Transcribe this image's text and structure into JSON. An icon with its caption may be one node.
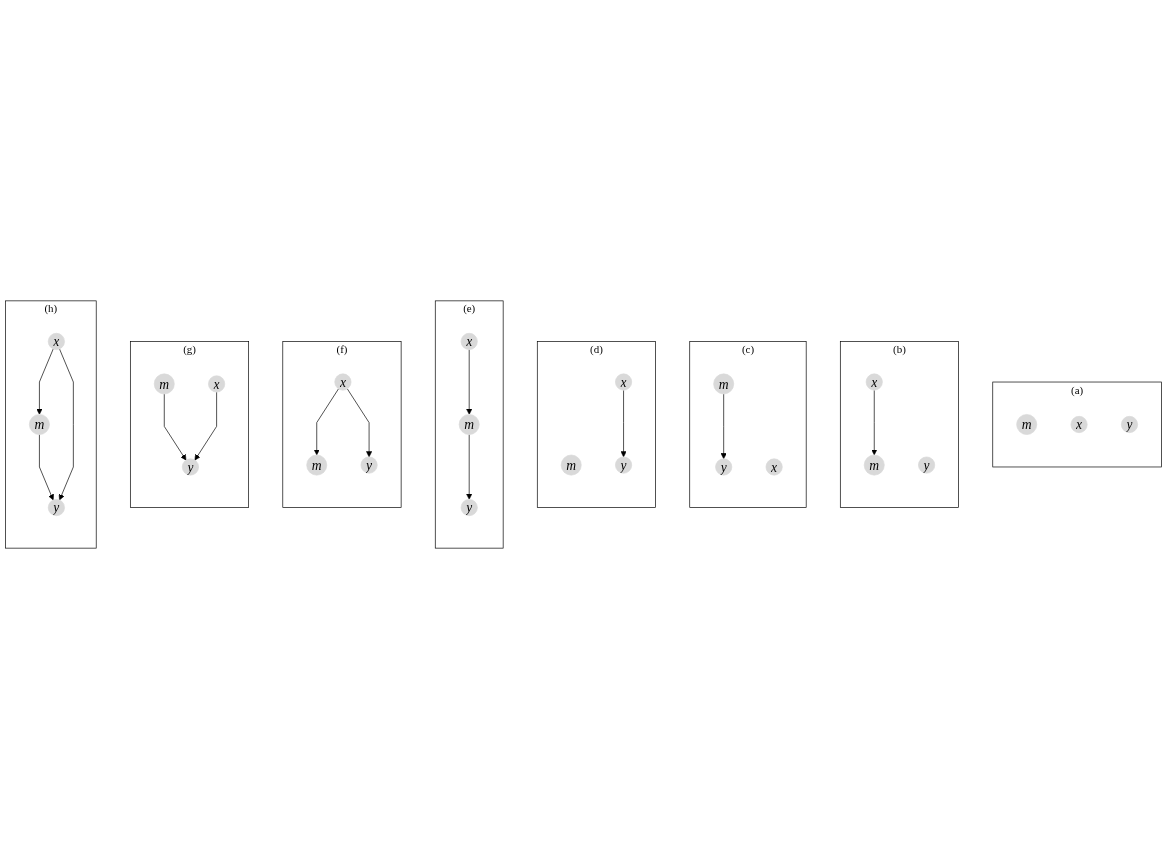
{
  "diagram": {
    "nodes": [
      {
        "text": [
          "(a)"
        ]
      },
      {
        "text": [
          "m"
        ],
        "in": 0
      },
      {
        "text": [
          "x"
        ],
        "in": 0
      },
      {
        "text": [
          "y"
        ],
        "in": 0
      },
      {
        "text": [
          "(b)"
        ]
      },
      {
        "text": [
          "m"
        ],
        "in": 4
      },
      {
        "text": [
          "x"
        ],
        "in": 4
      },
      {
        "text": [
          "y"
        ],
        "in": 4
      },
      {
        "text": [
          "(c)"
        ]
      },
      {
        "text": [
          "m"
        ],
        "in": 8
      },
      {
        "text": [
          "x"
        ],
        "in": 8
      },
      {
        "text": [
          "y"
        ],
        "in": 8
      },
      {
        "text": [
          "(d)"
        ]
      },
      {
        "text": [
          "m"
        ],
        "in": 12
      },
      {
        "text": [
          "x"
        ],
        "in": 12
      },
      {
        "text": [
          "y"
        ],
        "in": 12
      },
      {
        "text": [
          "(e)"
        ]
      },
      {
        "text": [
          "m"
        ],
        "in": 16
      },
      {
        "text": [
          "x"
        ],
        "in": 16
      },
      {
        "text": [
          "y"
        ],
        "in": 16
      },
      {
        "text": [
          "(f)"
        ]
      },
      {
        "text": [
          "m"
        ],
        "in": 20
      },
      {
        "text": [
          "x"
        ],
        "in": 20
      },
      {
        "text": [
          "y"
        ],
        "in": 20
      },
      {
        "text": [
          "(g)"
        ]
      },
      {
        "text": [
          "m"
        ],
        "in": 24
      },
      {
        "text": [
          "x"
        ],
        "in": 24
      },
      {
        "text": [
          "y"
        ],
        "in": 24
      },
      {
        "text": [
          "(h)"
        ]
      },
      {
        "text": [
          "m"
        ],
        "in": 28
      },
      {
        "text": [
          "x"
        ],
        "in": 28
      },
      {
        "text": [
          "y"
        ],
        "in": 28
      }
    ],
    "edges": [
      {
        "from": 6,
        "to": 5,
        "arrow": "to"
      },
      {
        "from": 9,
        "to": 11,
        "arrow": "to"
      },
      {
        "from": 14,
        "to": 15,
        "arrow": "to"
      },
      {
        "from": 18,
        "to": 17,
        "arrow": "to"
      },
      {
        "from": 17,
        "to": 19,
        "arrow": "to"
      },
      {
        "from": 22,
        "to": 21,
        "arrow": "to"
      },
      {
        "from": 22,
        "to": 23,
        "arrow": "to"
      },
      {
        "from": 25,
        "to": 27,
        "arrow": "to"
      },
      {
        "from": 26,
        "to": 27,
        "arrow": "to"
      },
      {
        "from": 30,
        "to": 29,
        "arrow": "to"
      },
      {
        "from": 29,
        "to": 31,
        "arrow": "to"
      },
      {
        "from": 30,
        "to": 31,
        "arrow": "to"
      }
    ]
  }
}
